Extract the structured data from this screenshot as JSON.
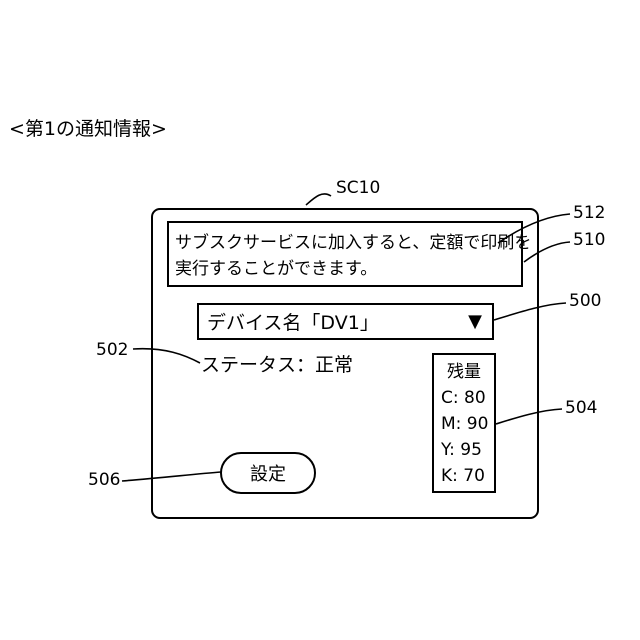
{
  "heading": "<第1の通知情報>",
  "screen_ref": "SC10",
  "message": {
    "line1": "サブスクサービスに加入すると、定額で印刷を",
    "line2": "実行することができます。"
  },
  "device_dropdown": {
    "label": "デバイス名「DV1」",
    "arrow": "▼"
  },
  "status": "ステータス：正常",
  "ink_levels": {
    "title": "残量",
    "items": [
      "C: 80",
      "M: 90",
      "Y: 95",
      "K: 70"
    ]
  },
  "setting_button": "設定",
  "reference_numbers": {
    "r512": "512",
    "r510": "510",
    "r500": "500",
    "r502": "502",
    "r504": "504",
    "r506": "506"
  }
}
